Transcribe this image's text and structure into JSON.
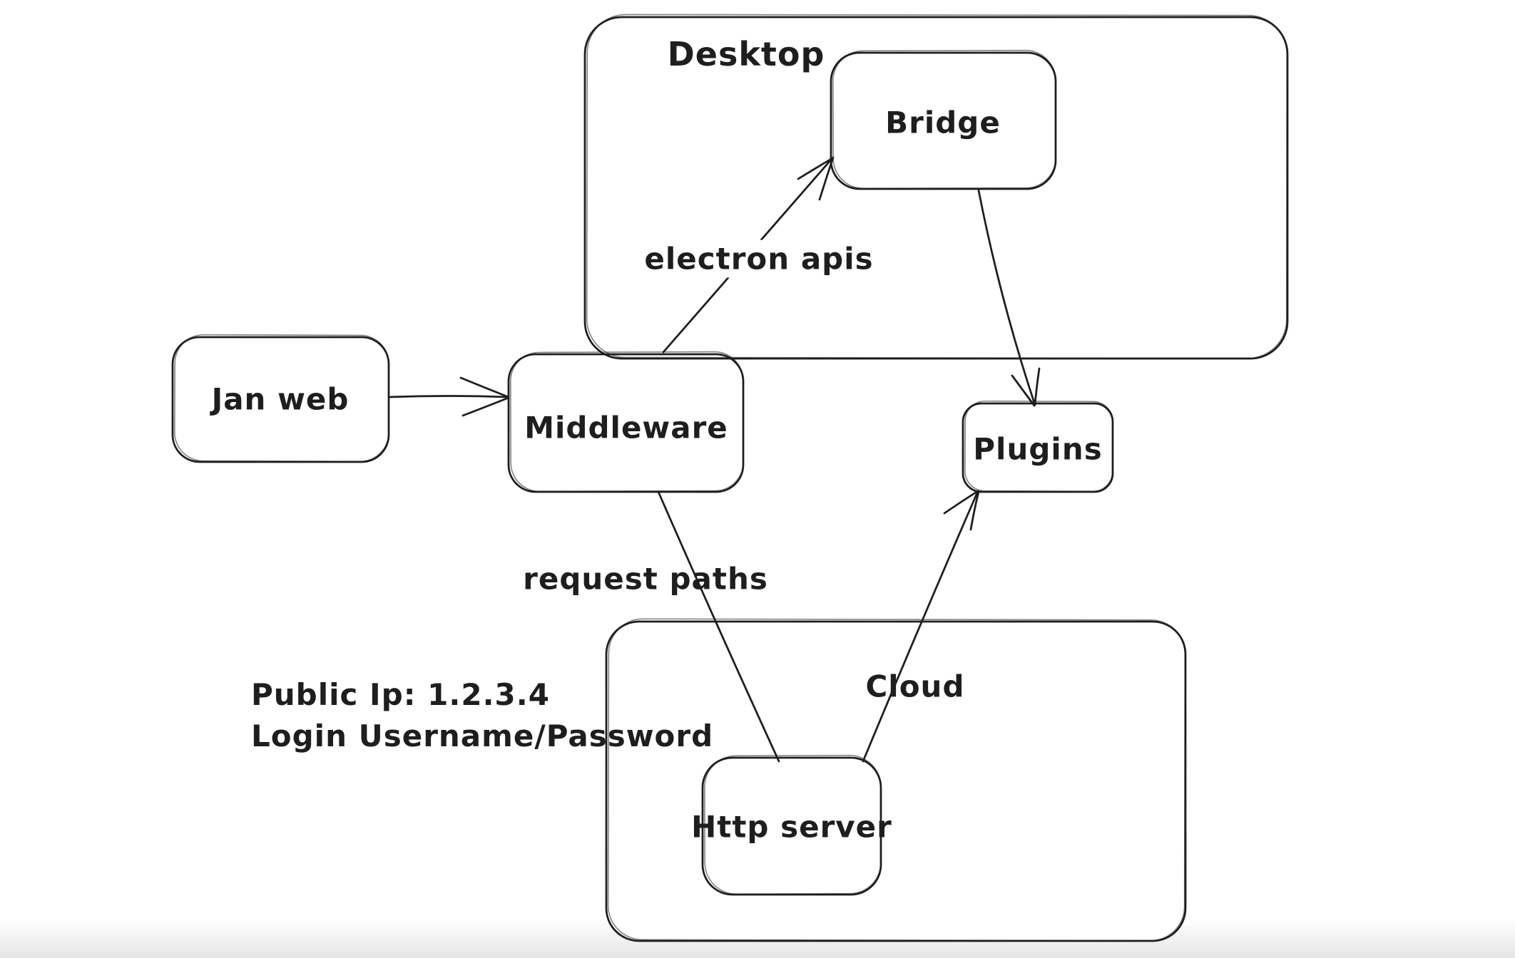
{
  "app": {
    "type": "hand-drawn architecture diagram",
    "canvas_bg": "#ffffff",
    "stroke_color": "#1e1e1e"
  },
  "containers": [
    {
      "id": "desktop",
      "label": "Desktop"
    },
    {
      "id": "cloud",
      "label": "Cloud"
    }
  ],
  "nodes": [
    {
      "id": "jan-web",
      "label": "Jan web"
    },
    {
      "id": "middleware",
      "label": "Middleware"
    },
    {
      "id": "bridge",
      "label": "Bridge"
    },
    {
      "id": "plugins",
      "label": "Plugins"
    },
    {
      "id": "http-server",
      "label": "Http server"
    }
  ],
  "connectors": [
    {
      "from": "Jan web",
      "to": "Middleware",
      "label": "",
      "arrowhead": true
    },
    {
      "from": "Middleware",
      "to": "Bridge",
      "label": "electron apis",
      "arrowhead": true
    },
    {
      "from": "Bridge",
      "to": "Plugins",
      "label": "",
      "arrowhead": true
    },
    {
      "from": "Http server",
      "to": "Plugins",
      "label": "",
      "arrowhead": true
    },
    {
      "from": "Middleware",
      "to": "Http server",
      "label": "request paths",
      "arrowhead": false
    }
  ],
  "annotations": [
    {
      "text": "Public Ip: 1.2.3.4"
    },
    {
      "text": "Login Username/Password"
    }
  ]
}
